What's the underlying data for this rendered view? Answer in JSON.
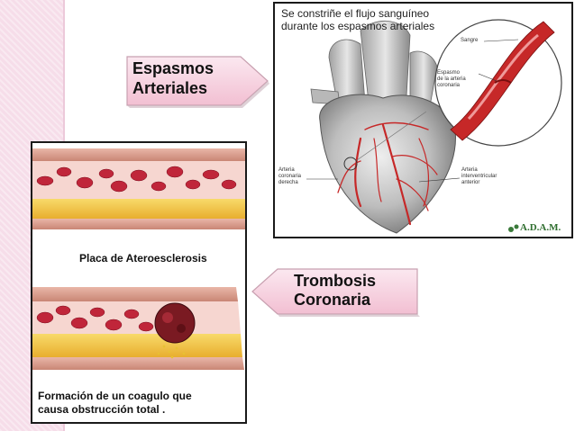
{
  "callouts": {
    "spasm": {
      "line1": "Espasmos",
      "line2": "Arteriales"
    },
    "thrombosis": {
      "line1": "Trombosis",
      "line2": "Coronaria"
    }
  },
  "heart_panel": {
    "caption_line1": "Se constriñe el flujo sanguíneo",
    "caption_line2": "durante los espasmos arteriales",
    "labels": {
      "sangre": "Sangre",
      "spasm_line1": "Espasmo",
      "spasm_line2": "de la arteria",
      "spasm_line3": "coronaria",
      "right_line1": "Arteria",
      "right_line2": "coronaria",
      "right_line3": "derecha",
      "ant_line1": "Arteria",
      "ant_line2": "interventricular",
      "ant_line3": "anterior"
    },
    "logo": "A.D.A.M."
  },
  "vessel_panel": {
    "caption_top": "Placa de Ateroesclerosis",
    "caption_bottom_line1": "Formación de un coagulo que",
    "caption_bottom_line2": "causa obstrucción total ."
  },
  "colors": {
    "callout_fill_top": "#fbe6ee",
    "callout_fill_bottom": "#f4c2d4",
    "plaque": "#f4c640",
    "blood_cell": "#c0263a",
    "artery": "#c62828"
  }
}
